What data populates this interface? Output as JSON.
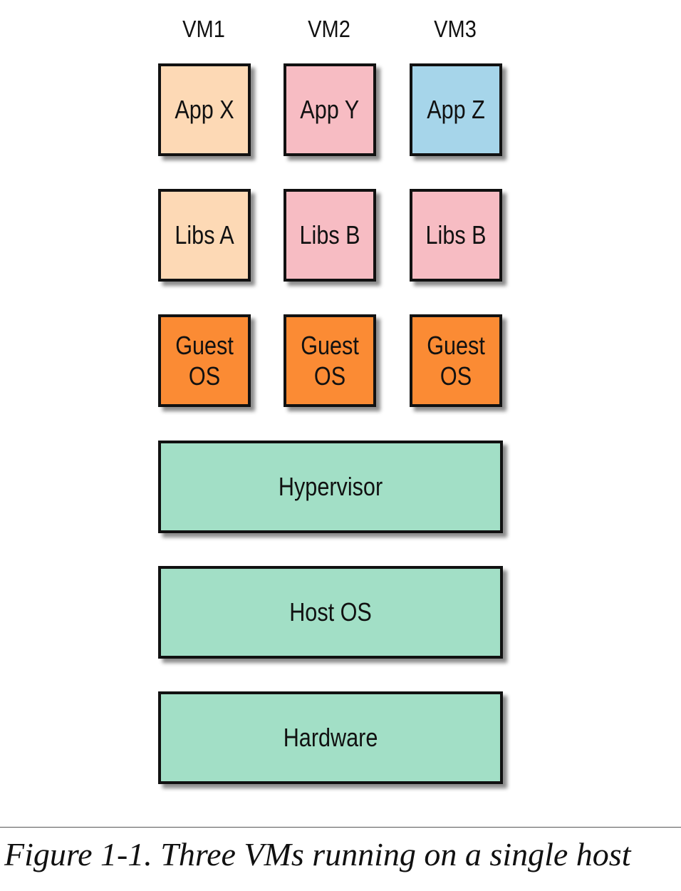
{
  "columns": [
    {
      "label": "VM1",
      "app": "App X",
      "libs": "Libs A",
      "guest_os": "Guest\nOS",
      "app_color": "#fdd9b5",
      "libs_color": "#fdd9b5"
    },
    {
      "label": "VM2",
      "app": "App Y",
      "libs": "Libs B",
      "guest_os": "Guest\nOS",
      "app_color": "#f7bcc3",
      "libs_color": "#f7bcc3"
    },
    {
      "label": "VM3",
      "app": "App Z",
      "libs": "Libs B",
      "guest_os": "Guest\nOS",
      "app_color": "#a6d5ea",
      "libs_color": "#f7bcc3"
    }
  ],
  "layers": {
    "hypervisor": "Hypervisor",
    "host_os": "Host OS",
    "hardware": "Hardware"
  },
  "colors": {
    "guest_os": "#fb8b34",
    "shared_layer": "#a2dfc6",
    "border": "#111111"
  },
  "caption": "Figure 1-1. Three VMs running on a single host"
}
